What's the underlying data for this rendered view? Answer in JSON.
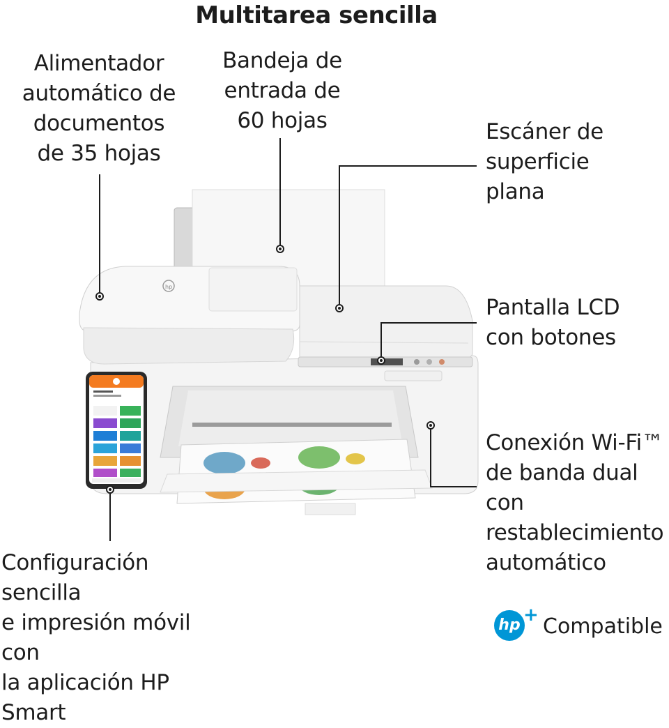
{
  "title": "Multitarea sencilla",
  "callouts": {
    "adf": [
      "Alimentador",
      "automático de",
      "documentos",
      "de 35 hojas"
    ],
    "input_tray": [
      "Bandeja de",
      "entrada de",
      "60 hojas"
    ],
    "scanner": [
      "Escáner de",
      "superficie",
      "plana"
    ],
    "lcd": [
      "Pantalla LCD",
      "con botones"
    ],
    "wifi": [
      "Conexión Wi-Fi™",
      "de banda dual con",
      "restablecimiento",
      "automático"
    ],
    "app": [
      "Configuración sencilla",
      "e impresión móvil con",
      "la aplicación HP Smart"
    ]
  },
  "badge": {
    "logo_text": "hp",
    "logo_suffix": "+",
    "label": "Compatible",
    "color": "#0096d6"
  },
  "icons": [
    "printer-illustration",
    "smartphone-hp-smart-app",
    "hp-plus-logo"
  ],
  "colors": {
    "text": "#1c1c1c",
    "background": "#ffffff",
    "app_header": "#f47b20"
  }
}
